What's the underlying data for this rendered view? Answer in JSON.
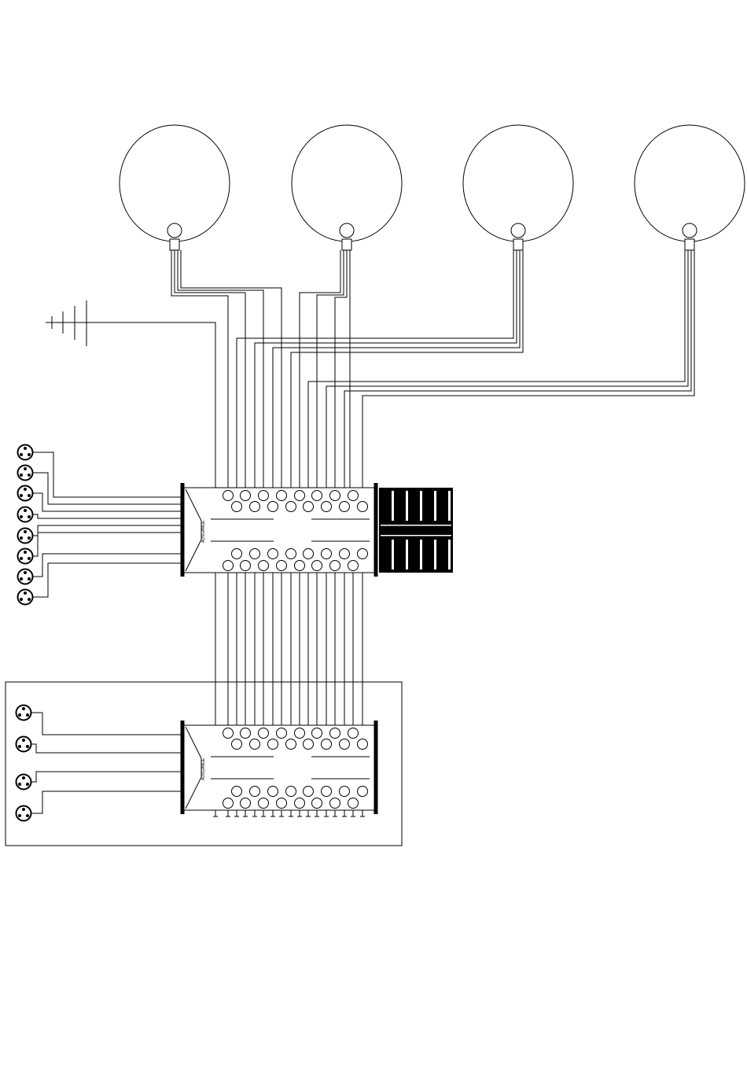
{
  "colors": {
    "ink": "#000000",
    "paper": "#ffffff"
  },
  "dishes": [
    {
      "name": "satellite-dish-1"
    },
    {
      "name": "satellite-dish-2"
    },
    {
      "name": "satellite-dish-3"
    },
    {
      "name": "satellite-dish-4"
    }
  ],
  "terrestrial_antenna": {
    "icon": "antenna-icon"
  },
  "multiswitch_main": {
    "label": "AUSGANGE",
    "output_count": 8,
    "power_supply_icon": "power-supply-icon"
  },
  "multiswitch_cascade": {
    "label": "AUSGANGE",
    "output_count": 4,
    "terminated_inputs": 17
  },
  "socket_icon": "tv-socket-icon"
}
